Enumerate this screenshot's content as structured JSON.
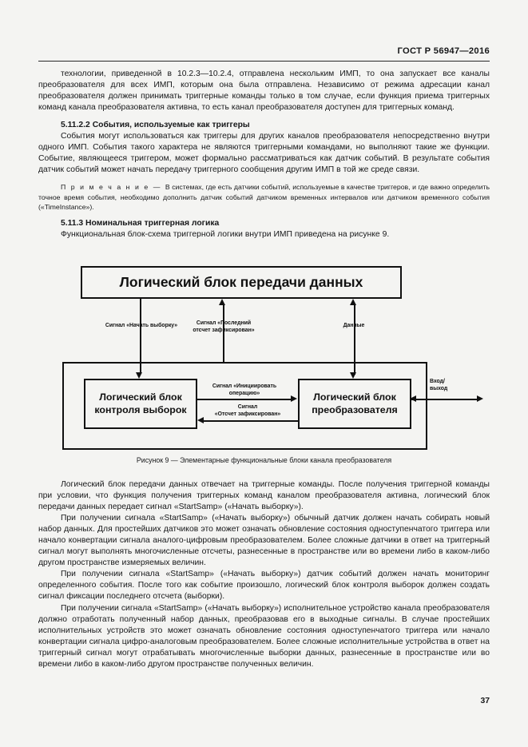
{
  "document": {
    "running_head": "ГОСТ Р 56947—2016",
    "page_number": "37"
  },
  "body": {
    "para_1": "технологии, приведенной в 10.2.3—10.2.4, отправлена нескольким ИМП, то она запускает все каналы преобразователя для всех ИМП, которым она была отправлена. Независимо от режима адресации канал преобразователя должен принимать триггерные команды только в том случае, если функция приема триггерных команд канала преобразователя активна, то есть канал преобразователя доступен для триггерных команд.",
    "clause_5_11_2_2": "5.11.2.2 События, используемые как триггеры",
    "para_2": "События могут использоваться как триггеры для других каналов преобразователя непосредственно внутри одного ИМП. События такого характера не являются триггерными командами, но выполняют такие же функции. Событие, являющееся триггером, может формально рассматриваться как датчик событий. В результате события датчик событий может начать передачу триггерного сообщения другим ИМП в той же среде связи.",
    "note_label": "П р и м е ч а н и е  —  ",
    "note_text": "В системах, где есть датчики событий, используемые в качестве триггеров, и где важно определить точное время события, необходимо дополнить датчик событий датчиком временных интервалов или датчиком временного события («TimeInstance»).",
    "clause_5_11_3": "5.11.3 Номинальная триггерная логика",
    "para_3": "Функциональная блок-схема триггерной логики внутри ИМП приведена на рисунке 9.",
    "para_4": "Логический блок передачи данных отвечает на триггерные команды. После получения триггерной команды при условии, что функция получения триггерных команд каналом преобразователя активна, логический блок передачи данных передает сигнал «StartSamp» («Начать выборку»).",
    "para_5": "При получении сигнала «StartSamp» («Начать выборку») обычный датчик должен начать собирать новый набор данных. Для простейших датчиков это может означать обновление состояния одноступенчатого триггера или начало конвертации сигнала аналого-цифровым преобразователем. Более сложные датчики в ответ на триггерный сигнал могут выполнять многочисленные отсчеты, разнесенные в пространстве или во времени либо в каком-либо другом пространстве измеряемых величин.",
    "para_6": "При получении сигнала «StartSamp» («Начать выборку») датчик событий должен начать мониторинг определенного события. После того как событие произошло, логический блок контроля выборок должен создать сигнал фиксации последнего отсчета (выборки).",
    "para_7": "При получении сигнала «StartSamp» («Начать выборку») исполнительное устройство канала преобразователя должно отработать полученный набор данных, преобразовав его в выходные сигналы. В случае простейших исполнительных устройств это может означать обновление состояния одноступенчатого триггера или начало конвертации сигнала цифро-аналоговым преобразователем. Более сложные исполнительные устройства в ответ на триггерный сигнал могут отрабатывать многочисленные выборки данных, разнесенные в пространстве или во времени либо в каком-либо другом пространстве полученных величин."
  },
  "figure": {
    "caption": "Рисунок 9 — Элементарные функциональные блоки канала преобразователя",
    "blocks": {
      "transfer": "Логический блок передачи данных",
      "sample_control": "Логический блок\nконтроля выборок",
      "transducer": "Логический блок\nпреобразователя"
    },
    "signals": {
      "start_samp": "Сигнал «Начать выборку»",
      "last_sample_latched": "Сигнал «Последний\nотсчет зафиксирован»",
      "data": "Данные",
      "initiate_operation": "Сигнал «Инициировать\nоперацию»",
      "sample_latched": "Сигнал\n«Отсчет зафиксирован»",
      "io": "Вход/\nвыход"
    }
  }
}
